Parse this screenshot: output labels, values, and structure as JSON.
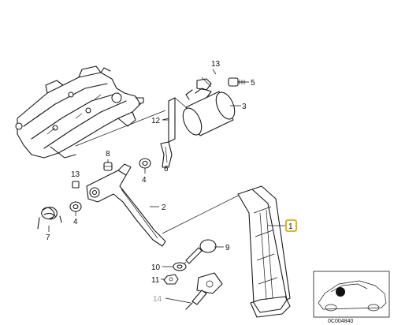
{
  "diagram": {
    "labels": [
      {
        "id": "13-top",
        "text": "13",
        "part": "nut"
      },
      {
        "id": "5",
        "text": "5",
        "part": "bolt"
      },
      {
        "id": "3",
        "text": "3",
        "part": "sensor"
      },
      {
        "id": "12",
        "text": "12",
        "part": "bracket"
      },
      {
        "id": "8",
        "text": "8",
        "part": "bushing"
      },
      {
        "id": "6",
        "text": "6",
        "part": "clip"
      },
      {
        "id": "13-left",
        "text": "13",
        "part": "nut"
      },
      {
        "id": "4-a",
        "text": "4",
        "part": "bushing"
      },
      {
        "id": "2",
        "text": "2",
        "part": "pedal-lever"
      },
      {
        "id": "4-b",
        "text": "4",
        "part": "bushing"
      },
      {
        "id": "7",
        "text": "7",
        "part": "return-spring"
      },
      {
        "id": "1",
        "text": "1",
        "part": "accelerator-pedal",
        "highlighted": true
      },
      {
        "id": "9",
        "text": "9",
        "part": "ball-pin"
      },
      {
        "id": "10",
        "text": "10",
        "part": "washer"
      },
      {
        "id": "11",
        "text": "11",
        "part": "nut"
      },
      {
        "id": "14",
        "text": "14",
        "part": "ball-socket",
        "dimmed": true
      }
    ],
    "inset_code": "0C004840",
    "colors": {
      "line": "#1a1a1a",
      "highlight": "#c8a200",
      "dimmed": "#9a9a9a"
    }
  }
}
